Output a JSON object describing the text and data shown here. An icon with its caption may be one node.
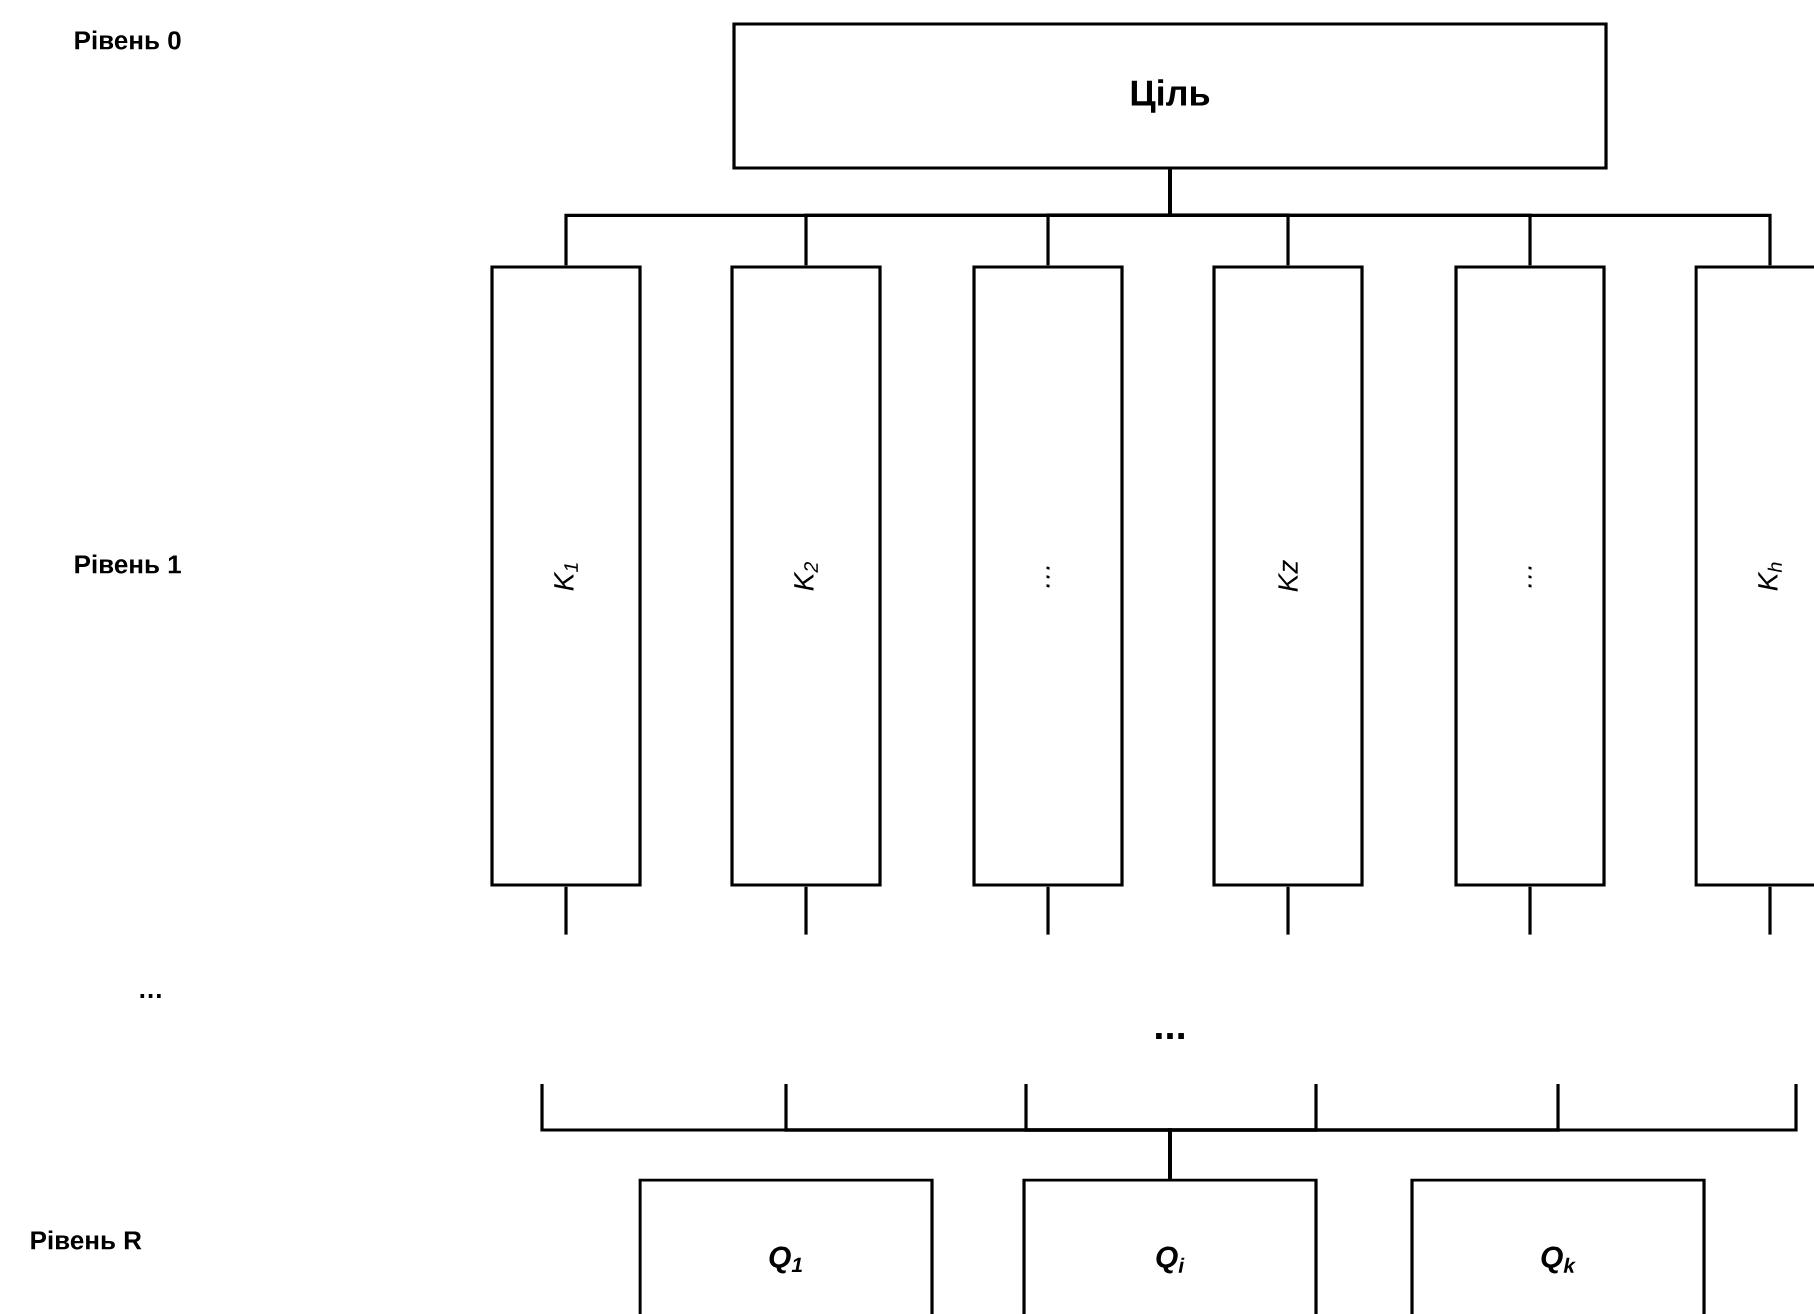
{
  "diagram": {
    "nodes": [
      {
        "text": [
          "Ціль"
        ]
      },
      {
        "text": [
          "K$_{1}$"
        ]
      },
      {
        "text": [
          "K$_{2}$"
        ]
      },
      {
        "text": [
          "…"
        ]
      },
      {
        "text": [
          "Kz"
        ]
      },
      {
        "text": [
          "…"
        ]
      },
      {
        "text": [
          "K$_{h}$"
        ]
      },
      {
        "text": [
          "Q$_{1}$"
        ]
      },
      {
        "text": [
          "Q$_{i}$"
        ]
      },
      {
        "text": [
          "Q$_{k}$"
        ]
      }
    ],
    "edges": [
      {
        "from": 0,
        "to": 1,
        "arrow": "none"
      },
      {
        "from": 0,
        "to": 2,
        "arrow": "none"
      },
      {
        "from": 0,
        "to": 3,
        "arrow": "none"
      },
      {
        "from": 0,
        "to": 4,
        "arrow": "none"
      },
      {
        "from": 0,
        "to": 5,
        "arrow": "none"
      },
      {
        "from": 0,
        "to": 6,
        "arrow": "none"
      },
      {
        "from": 1,
        "to": null,
        "arrow": "none"
      },
      {
        "from": 2,
        "to": null,
        "arrow": "none"
      },
      {
        "from": 3,
        "to": null,
        "arrow": "none"
      },
      {
        "from": 4,
        "to": null,
        "arrow": "none"
      },
      {
        "from": 5,
        "to": null,
        "arrow": "none"
      },
      {
        "from": 6,
        "to": null,
        "arrow": "none"
      },
      {
        "from": null,
        "to": 8,
        "arrow": "none"
      },
      {
        "from": null,
        "to": 8,
        "arrow": "none"
      },
      {
        "from": null,
        "to": 8,
        "arrow": "none"
      },
      {
        "from": null,
        "to": 8,
        "arrow": "none"
      },
      {
        "from": null,
        "to": 8,
        "arrow": "none"
      },
      {
        "from": null,
        "to": 8,
        "arrow": "none"
      }
    ],
    "labels": [
      "Рівень 0",
      "Рівень 1",
      "…",
      "...",
      "Рівень R"
    ]
  }
}
